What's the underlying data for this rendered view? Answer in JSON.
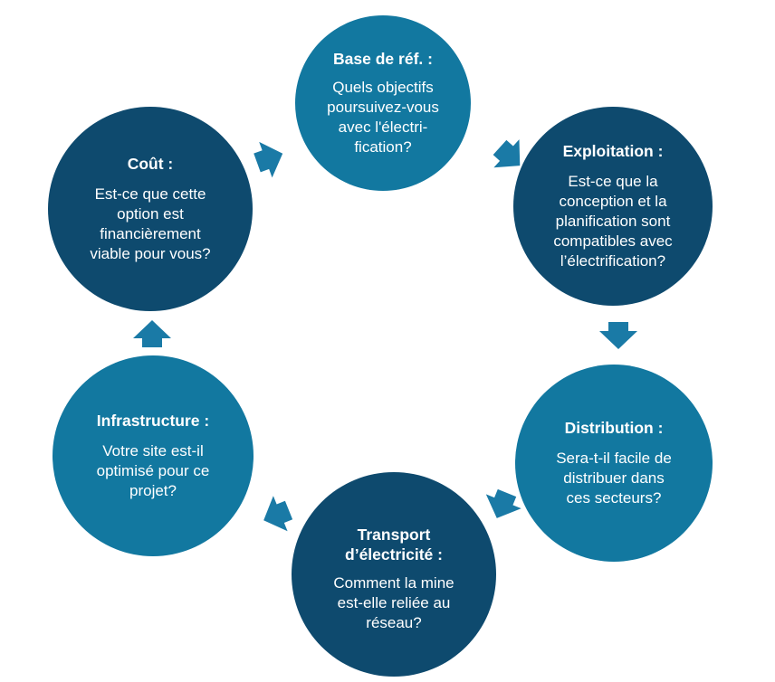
{
  "colors": {
    "dark_node": "#0e4a6e",
    "light_node": "#1278a0",
    "arrow": "#1a7aa6"
  },
  "nodes": {
    "base": {
      "title": "Base de réf. :",
      "lines": [
        "Quels objectifs",
        "poursuivez-vous",
        "avec l'électri-",
        "fication?"
      ]
    },
    "exploitation": {
      "title": "Exploitation :",
      "lines": [
        "Est-ce que la",
        "conception et la",
        "planification sont",
        "compatibles avec",
        "l’électrification?"
      ]
    },
    "distribution": {
      "title": "Distribution :",
      "lines": [
        "Sera-t-il facile de",
        "distribuer dans",
        "ces secteurs?"
      ]
    },
    "transport": {
      "title_lines": [
        "Transport",
        "d’électricité :"
      ],
      "lines": [
        "Comment la mine",
        "est-elle reliée au",
        "réseau?"
      ]
    },
    "infrastructure": {
      "title": "Infrastructure :",
      "lines": [
        "Votre site est-il",
        "optimisé pour ce",
        "projet?"
      ]
    },
    "cout": {
      "title": "Coût :",
      "lines": [
        "Est-ce que cette",
        "option est",
        "financièrement",
        "viable pour vous?"
      ]
    }
  },
  "arrows": [
    {
      "from": "cout",
      "to": "base",
      "icon": "arrow-right-icon"
    },
    {
      "from": "base",
      "to": "exploitation",
      "icon": "arrow-down-right-icon"
    },
    {
      "from": "exploitation",
      "to": "distribution",
      "icon": "arrow-down-icon"
    },
    {
      "from": "distribution",
      "to": "transport",
      "icon": "arrow-down-left-icon"
    },
    {
      "from": "transport",
      "to": "infrastructure",
      "icon": "arrow-left-icon"
    },
    {
      "from": "infrastructure",
      "to": "cout",
      "icon": "arrow-up-icon"
    }
  ]
}
